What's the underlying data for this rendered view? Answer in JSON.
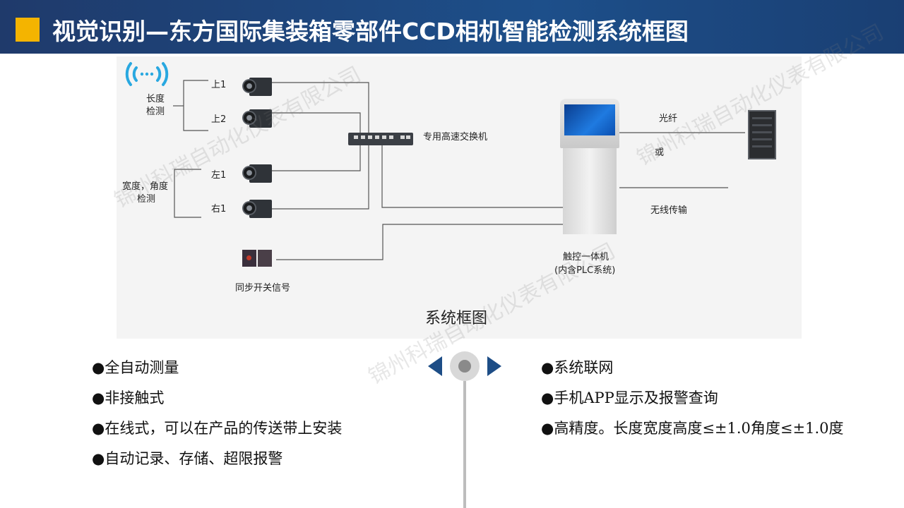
{
  "header": {
    "title": "视觉识别—东方国际集装箱零部件CCD相机智能检测系统框图"
  },
  "diagram": {
    "group_length": [
      "长度",
      "检测"
    ],
    "group_width": [
      "宽度，角度",
      "检测"
    ],
    "cameras": [
      "上1",
      "上2",
      "左1",
      "右1"
    ],
    "switch_label": "专用高速交换机",
    "sync_label": "同步开关信号",
    "terminal_label": [
      "触控一体机",
      "(内含PLC系统)"
    ],
    "fiber_label": "光纤",
    "or_label": "或",
    "wireless_label": "无线传输",
    "caption": "系统框图"
  },
  "features_left": [
    "●全自动测量",
    "●非接触式",
    "●在线式，可以在产品的传送带上安装",
    "●自动记录、存储、超限报警"
  ],
  "features_right": [
    "●系统联网",
    "●手机APP显示及报警查询",
    "●高精度。长度宽度高度≤±1.0角度≤±1.0度"
  ],
  "watermark": "锦州科瑞自动化仪表有限公司",
  "icons": {
    "title_marker": "square-icon",
    "camera": "camera-icon",
    "switch": "network-switch-icon",
    "sensor": "photoelectric-sensor-icon",
    "kiosk": "touch-kiosk-icon",
    "server": "server-rack-icon",
    "wireless": "wifi-signal-icon",
    "prev": "arrow-left-icon",
    "next": "arrow-right-icon"
  },
  "colors": {
    "header": "#1d4f8a",
    "marker": "#f4b400",
    "nav": "#1d4d86",
    "wifi": "#29a8e0"
  }
}
